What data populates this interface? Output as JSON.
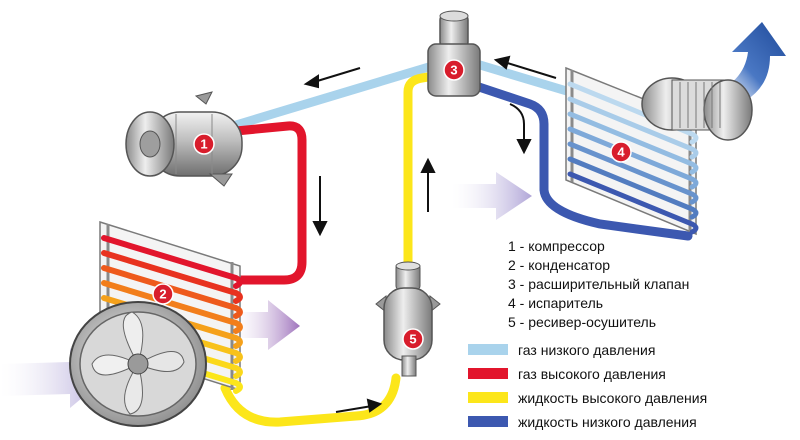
{
  "components": [
    {
      "num": "1",
      "label": "1 - компрессор"
    },
    {
      "num": "2",
      "label": "2 - конденсатор"
    },
    {
      "num": "3",
      "label": "3 - расширительный клапан"
    },
    {
      "num": "4",
      "label": "4 - испаритель"
    },
    {
      "num": "5",
      "label": "5 - ресивер-осушитель"
    }
  ],
  "legend": [
    {
      "label": "газ низкого давления",
      "color": "#a9d3ec"
    },
    {
      "label": "газ высокого давления",
      "color": "#e2152c"
    },
    {
      "label": "жидкость высокого давления",
      "color": "#fce61a"
    },
    {
      "label": "жидкость низкого давления",
      "color": "#3c58b0"
    }
  ],
  "colors": {
    "low_pressure_gas": "#a9d3ec",
    "high_pressure_gas": "#e2152c",
    "high_pressure_liquid": "#fce61a",
    "low_pressure_liquid": "#3c58b0",
    "airflow_in": "#a79bd3",
    "airflow_out": "#2b56a8",
    "badge": "#d81d2c"
  },
  "icons": [
    "compressor-icon",
    "condenser-icon",
    "fan-icon",
    "expansion-valve-icon",
    "evaporator-icon",
    "blower-icon",
    "receiver-drier-icon",
    "flow-arrow-icon",
    "airflow-arrow-icon"
  ]
}
